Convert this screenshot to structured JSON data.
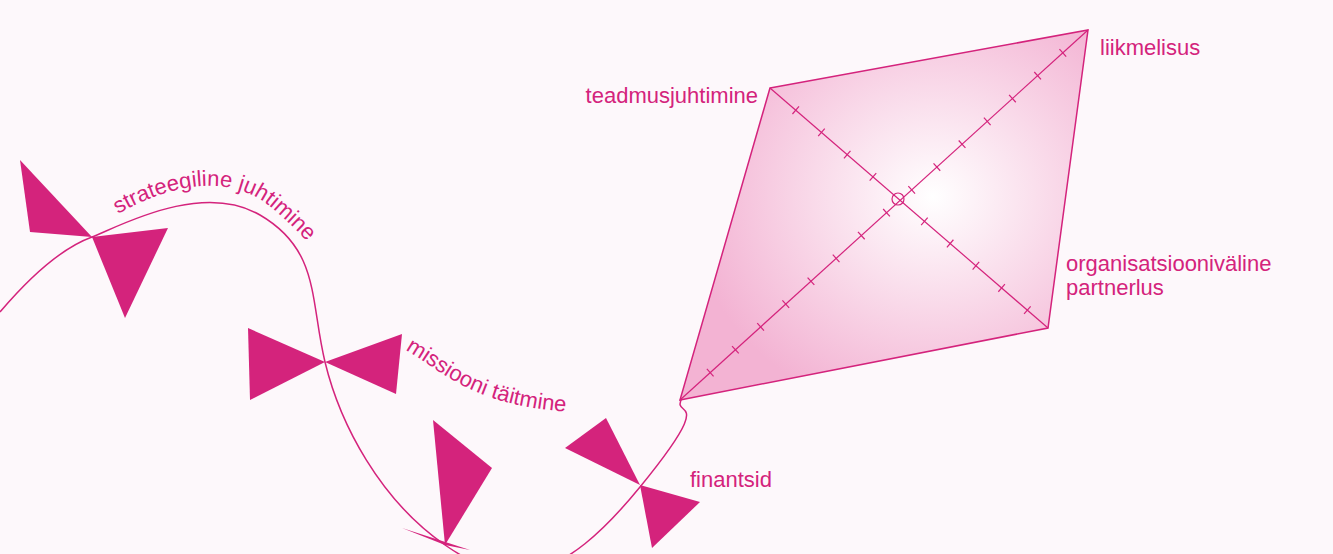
{
  "diagram": {
    "labels": [
      "strateegiline juhtimine",
      "missiooni täitmine",
      "finantsid",
      "teadmusjuhtimine",
      "liikmelisus",
      "organisatsiooniväline partnerlus"
    ]
  }
}
